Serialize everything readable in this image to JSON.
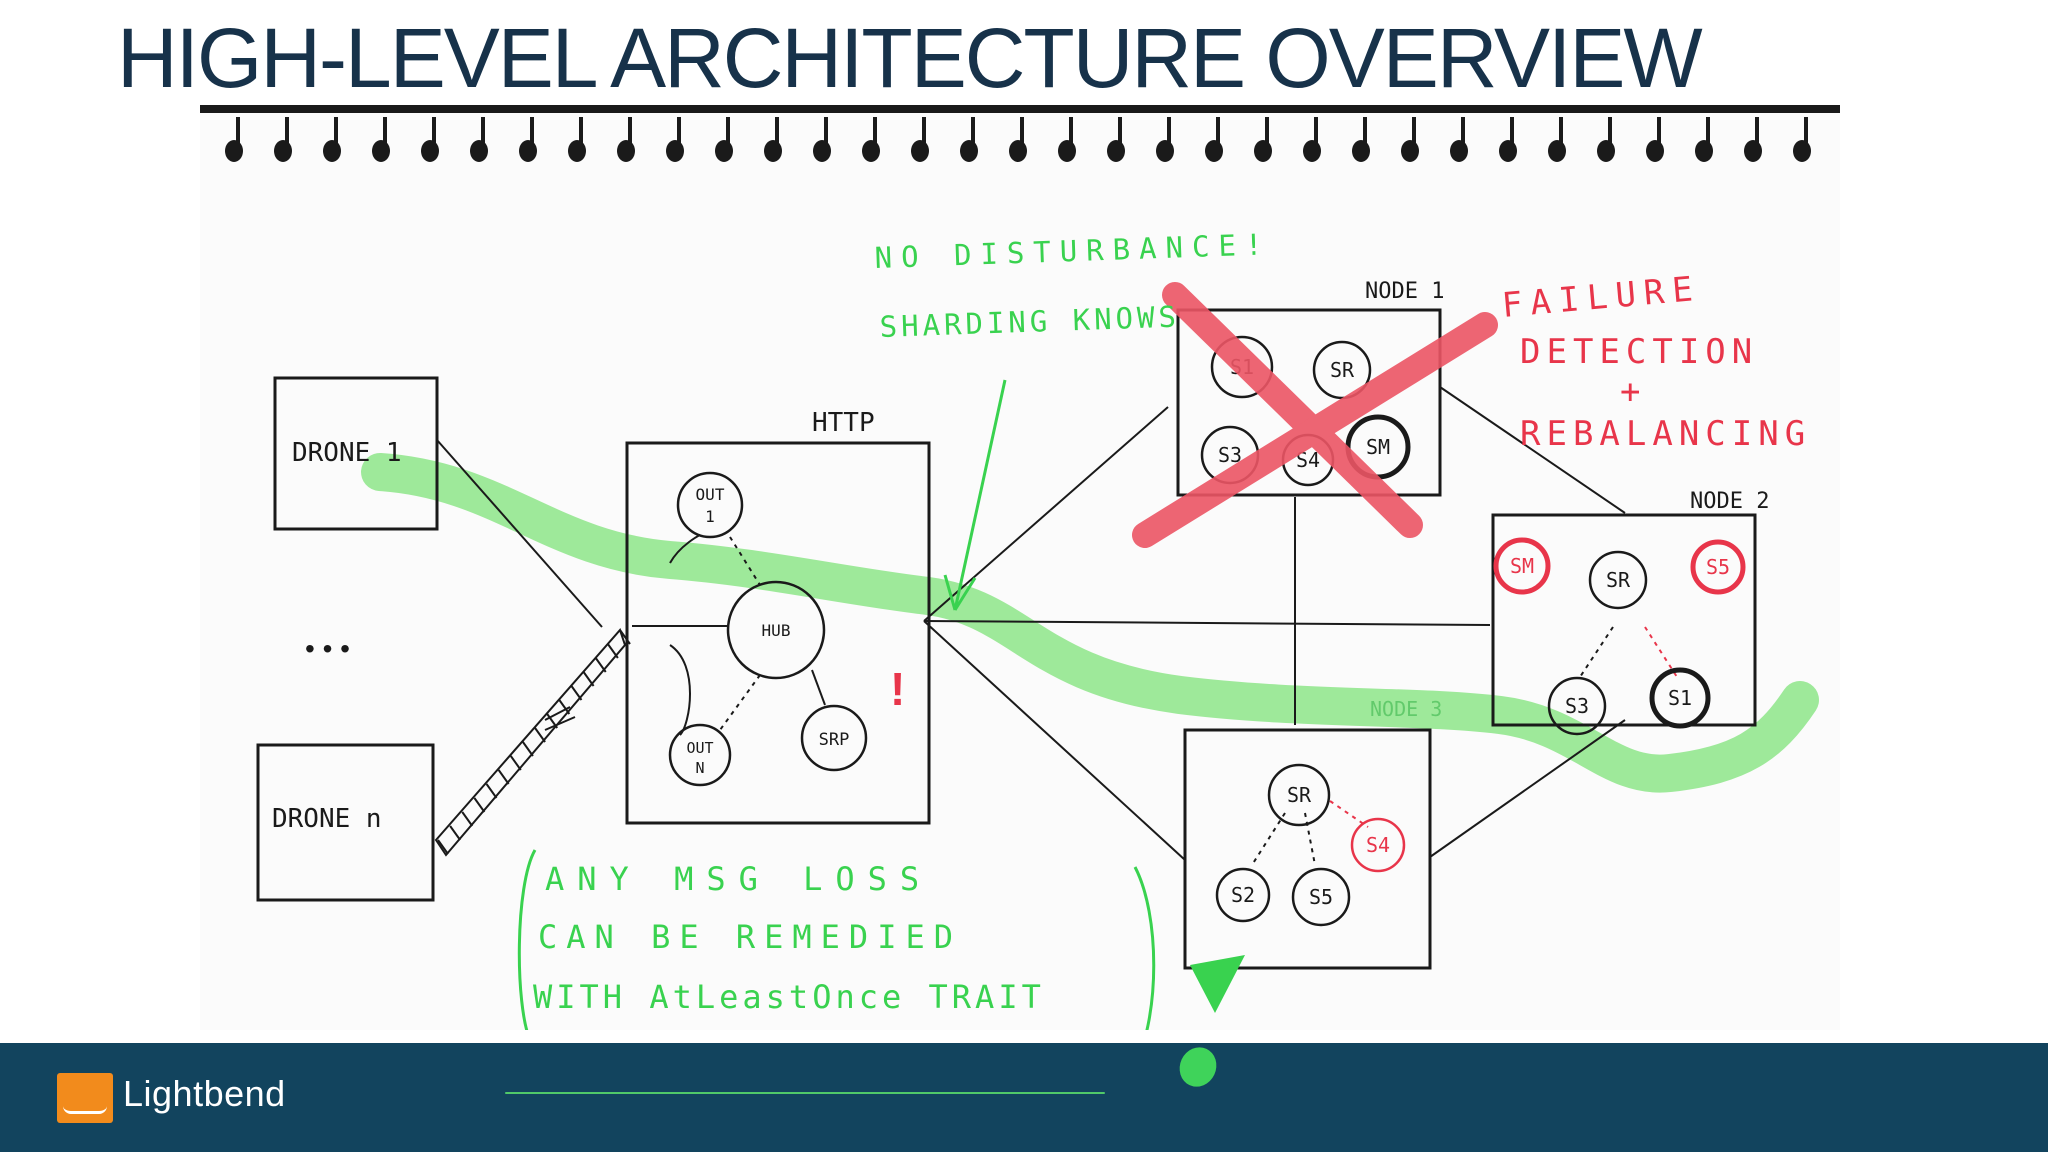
{
  "slide": {
    "title": "HIGH-LEVEL ARCHITECTURE OVERVIEW"
  },
  "diagram": {
    "drones": [
      {
        "label": "DRONE 1"
      },
      {
        "label": "DRONE n"
      }
    ],
    "ellipsis": "• • •",
    "http_box": {
      "label": "HTTP",
      "nodes": {
        "out1_a": "OUT",
        "out1_b": "1",
        "hub": "HUB",
        "outn_a": "OUT",
        "outn_b": "N",
        "srp": "SRP"
      },
      "exclamation": "!"
    },
    "node1": {
      "label": "NODE 1",
      "shards": [
        "S1",
        "SR",
        "S3",
        "S4",
        "SM"
      ]
    },
    "node2": {
      "label": "NODE 2",
      "shards": [
        "SM",
        "SR",
        "S5",
        "S3",
        "S1"
      ]
    },
    "node3": {
      "label": "NODE 3",
      "shards": [
        "SR",
        "S4",
        "S2",
        "S5"
      ]
    },
    "annotations": {
      "no_disturbance_1": "NO DISTURBANCE!",
      "no_disturbance_2": "SHARDING KNOWS",
      "failure_1": "FAILURE",
      "failure_2": "DETECTION",
      "failure_3": "+",
      "failure_4": "REBALANCING",
      "msg_loss_1": "ANY MSG LOSS",
      "msg_loss_2": "CAN BE REMEDIED",
      "msg_loss_3": "WITH AtLeastOnce TRAIT"
    },
    "colors": {
      "ink": "#1a1a1a",
      "green": "#39d24f",
      "green_highlight": "#7fe37a",
      "red": "#e8354a",
      "red_x": "#ec5565"
    }
  },
  "footer": {
    "brand": "Lightbend",
    "logo_icon": "lightbend-logo-icon",
    "colors": {
      "background": "#12445e",
      "logo": "#f28b1c"
    }
  }
}
